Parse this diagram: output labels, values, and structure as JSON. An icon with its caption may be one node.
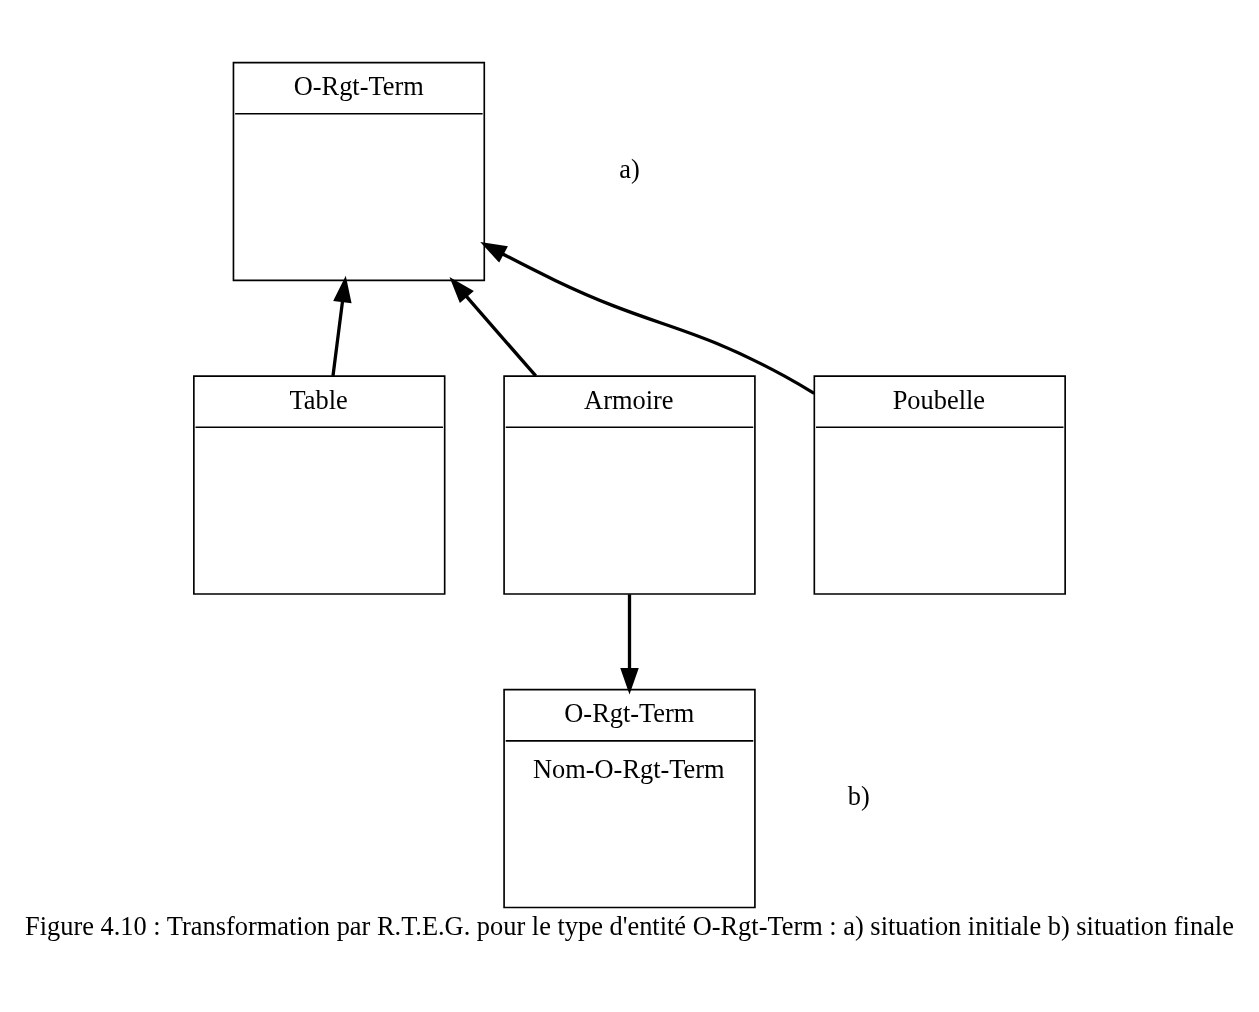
{
  "diagram": {
    "caption": "Figure 4.10 : Transformation par R.T.E.G. pour le type d'entité O-Rgt-Term : a) situation initiale b) situation finale",
    "nodes": [
      {
        "text": [
          "O-Rgt-Term"
        ]
      },
      {
        "text": [
          "Table"
        ]
      },
      {
        "text": [
          "Armoire"
        ]
      },
      {
        "text": [
          "Poubelle"
        ]
      },
      {
        "text": [
          "O-Rgt-Term",
          "Nom-O-Rgt-Term"
        ]
      }
    ],
    "edges": [
      {
        "from": 1,
        "to": 0,
        "arrow": "to"
      },
      {
        "from": 2,
        "to": 0,
        "arrow": "to"
      },
      {
        "from": 3,
        "to": 0,
        "arrow": "to"
      },
      {
        "from": 2,
        "to": 4,
        "arrow": "to"
      }
    ],
    "labels": [
      "a)",
      "b)"
    ]
  }
}
